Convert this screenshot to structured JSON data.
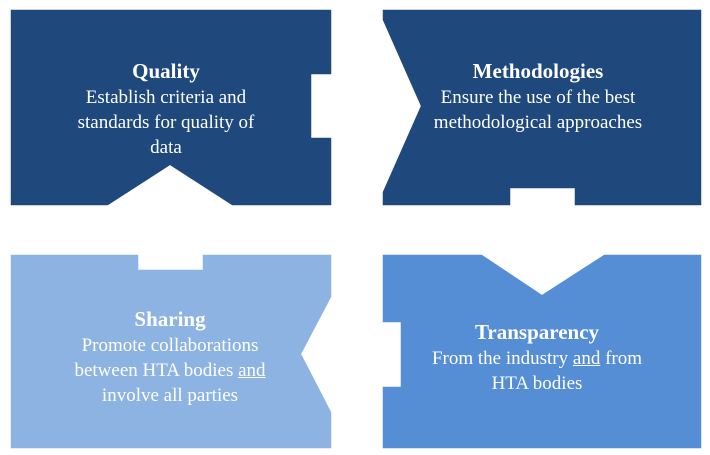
{
  "colors": {
    "quality": "#1f497d",
    "methodologies": "#1f497d",
    "sharing": "#8db3e2",
    "transparency": "#558ed5",
    "border": "#ffffff",
    "text": "#ffffff"
  },
  "boxes": {
    "quality": {
      "title": "Quality",
      "body": "Establish criteria and standards for quality of data"
    },
    "methodologies": {
      "title": "Methodologies",
      "body": "Ensure the use of the best methodological approaches"
    },
    "sharing": {
      "title": "Sharing",
      "body_1": "Promote collaborations between HTA bodies ",
      "body_underlined": "and",
      "body_2": " involve all parties"
    },
    "transparency": {
      "title": "Transparency",
      "body_1": "From the industry ",
      "body_underlined": "and",
      "body_2": " from HTA bodies"
    }
  }
}
